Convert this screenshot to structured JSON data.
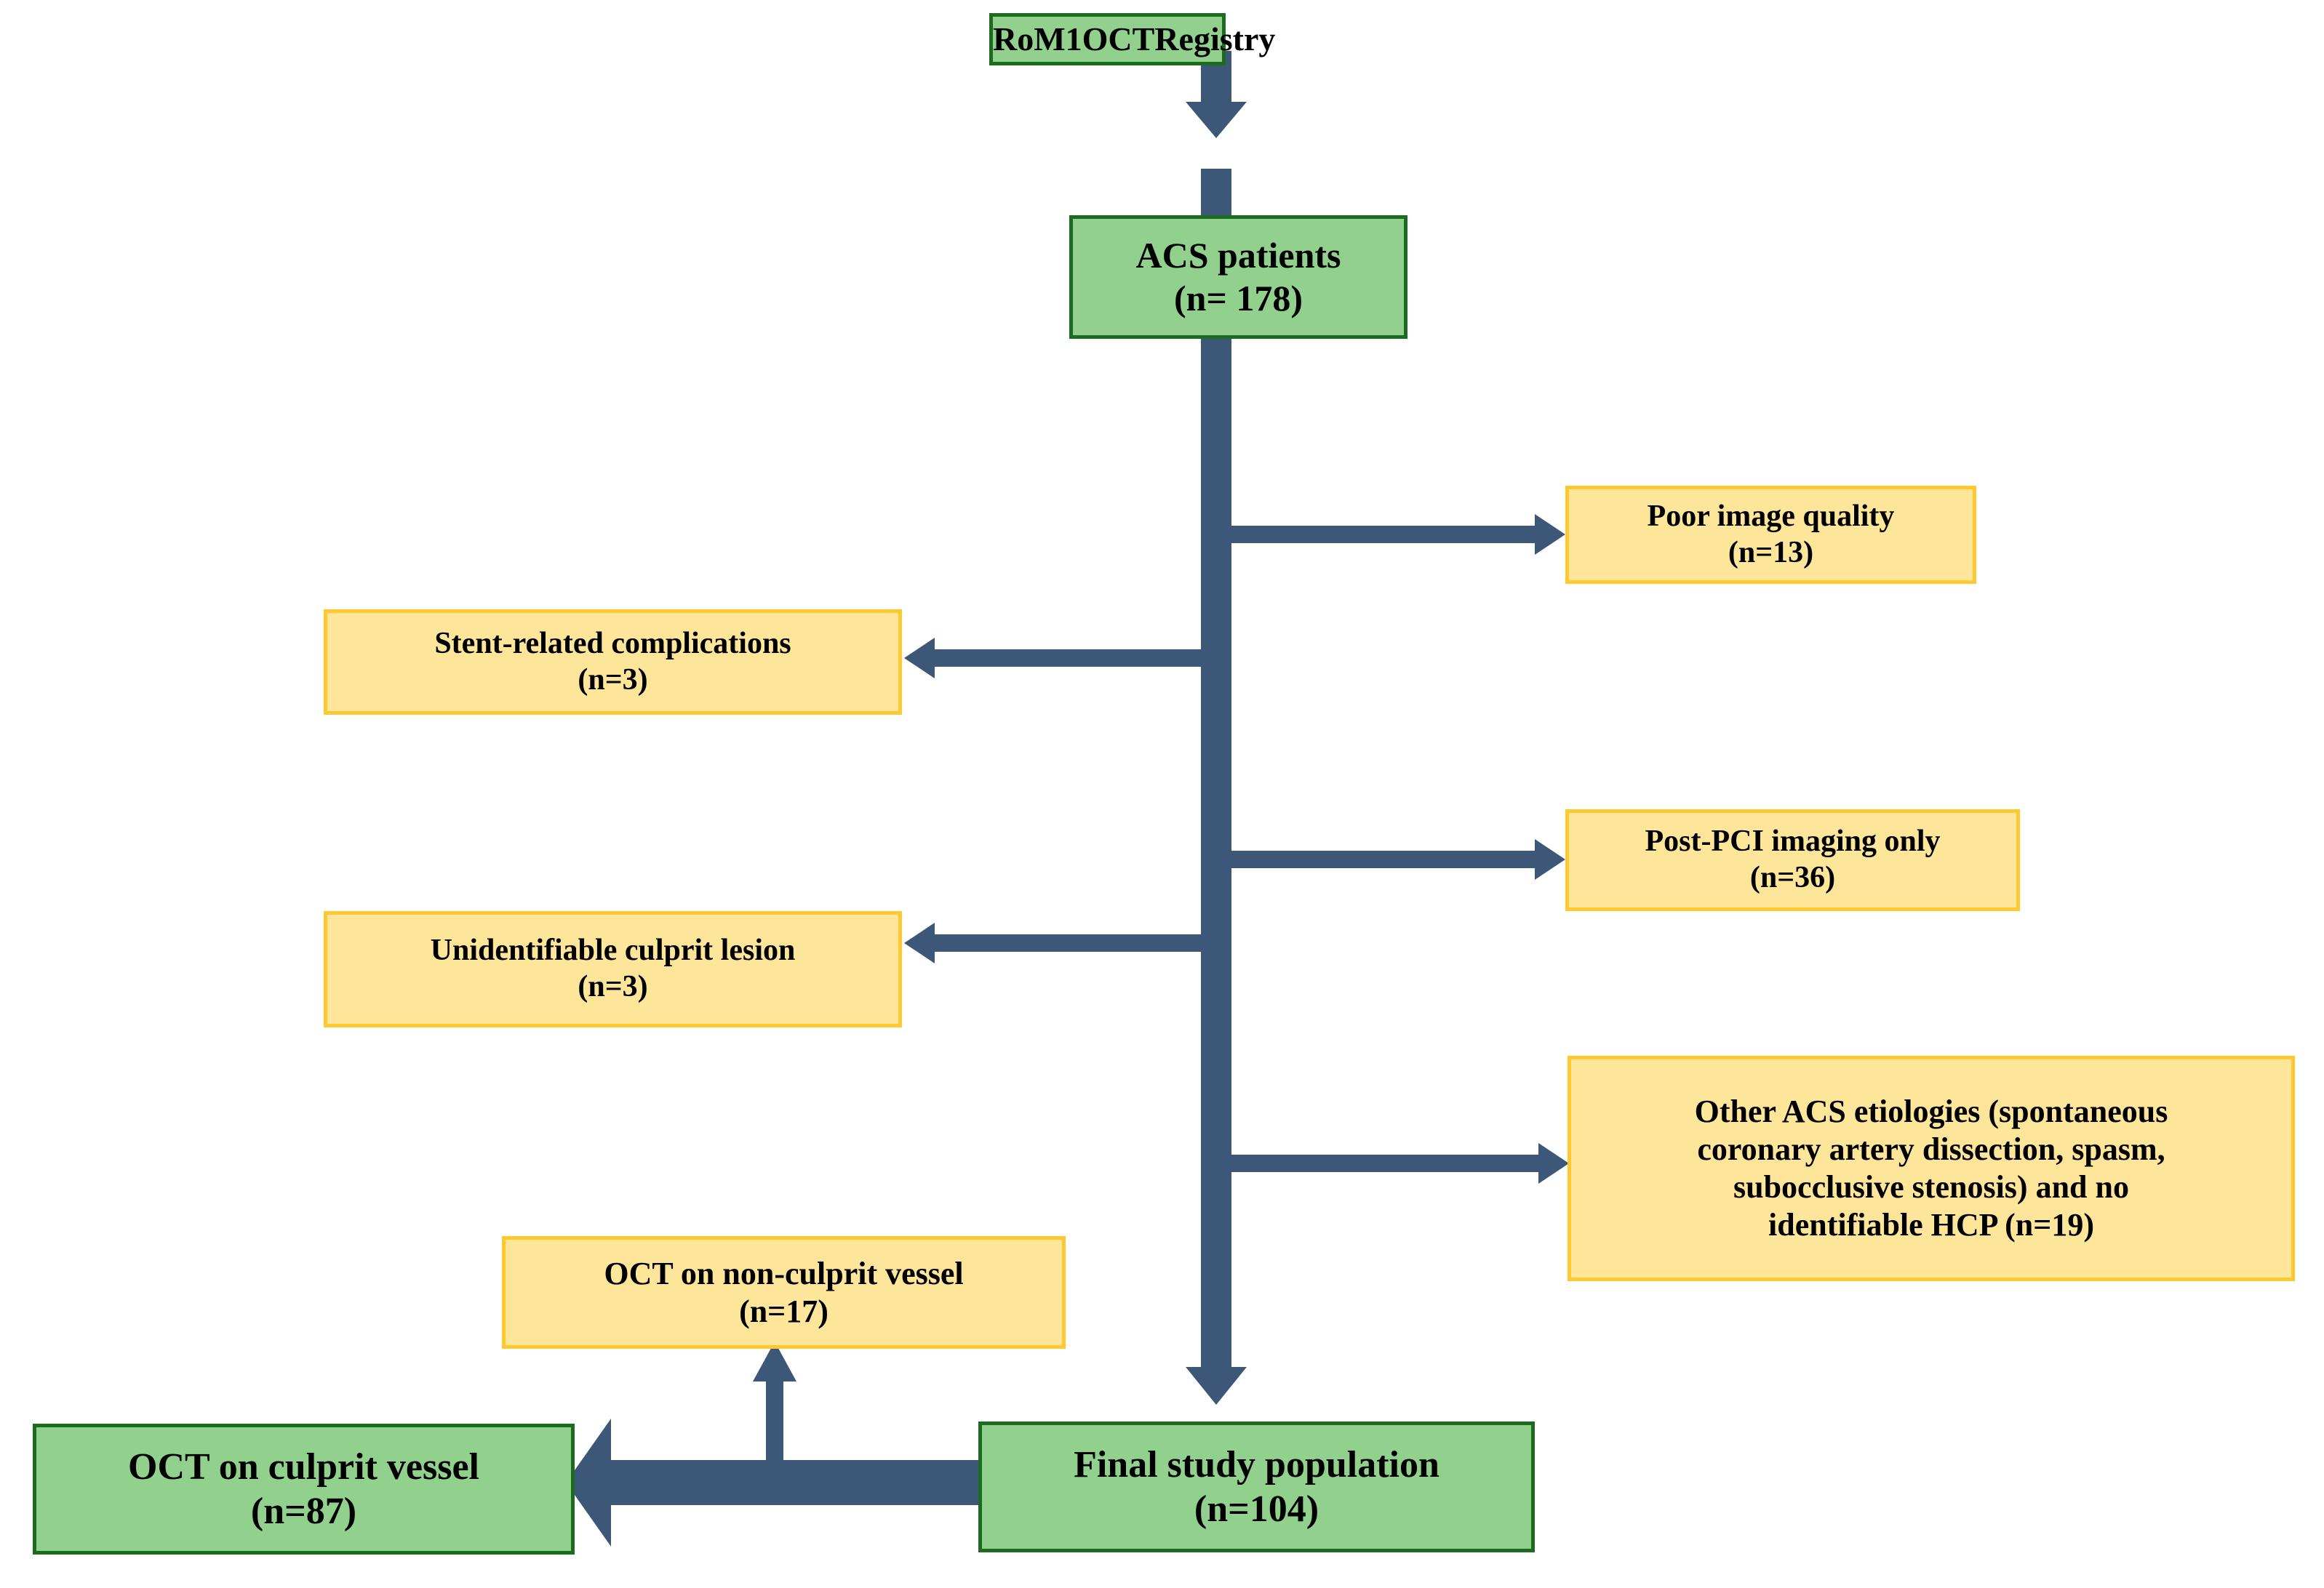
{
  "figure": {
    "type": "flowchart",
    "title": "Study population flow diagram",
    "colors": {
      "included_box_fill": "#92D08E",
      "included_box_border": "#1C6B20",
      "excluded_box_fill": "#FDE59A",
      "excluded_box_border": "#FFC831",
      "connector": "#3C5777",
      "background": "#FFFFFF",
      "text": "#000000"
    }
  },
  "nodes": {
    "registry": {
      "line1": "RoM1OCTRegistry",
      "line2": "",
      "kind": "included"
    },
    "acs_patients": {
      "line1": "ACS patients",
      "line2": "(n= 178)",
      "kind": "included",
      "count": 178
    },
    "poor_image": {
      "line1": "Poor image quality",
      "line2": "(n=13)",
      "kind": "excluded",
      "count": 13
    },
    "stent_related": {
      "line1": "Stent-related complications",
      "line2": "(n=3)",
      "kind": "excluded",
      "count": 3
    },
    "post_pci": {
      "line1": "Post-PCI imaging only",
      "line2": "(n=36)",
      "kind": "excluded",
      "count": 36
    },
    "unidentifiable": {
      "line1": "Unidentifiable culprit lesion",
      "line2": "(n=3)",
      "kind": "excluded",
      "count": 3
    },
    "other_acs": {
      "line1": "Other ACS etiologies (spontaneous",
      "line2": "coronary artery dissection, spasm,",
      "line3": "subocclusive stenosis) and no",
      "line4": "identifiable HCP (n=19)",
      "kind": "excluded",
      "count": 19
    },
    "non_culprit": {
      "line1": "OCT on non-culprit vessel",
      "line2": "(n=17)",
      "kind": "excluded",
      "count": 17
    },
    "final_pop": {
      "line1": "Final study population",
      "line2": "(n=104)",
      "kind": "included",
      "count": 104
    },
    "culprit": {
      "line1": "OCT on culprit vessel",
      "line2": "(n=87)",
      "kind": "included",
      "count": 87
    }
  }
}
